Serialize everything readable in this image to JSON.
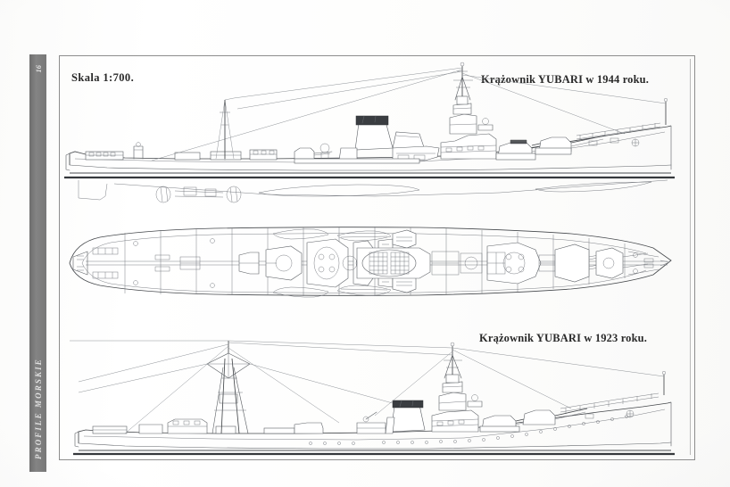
{
  "page": {
    "publication_series": "PROFILE MORSKIE",
    "page_number": "16",
    "background_color": "#fefefe",
    "ink_color": "#5d6166",
    "spine_color": "#7a7a7a"
  },
  "labels": {
    "scale": "Skala 1:700.",
    "title_top": "Krążownik YUBARI w 1944 roku.",
    "title_bottom": "Krążownik YUBARI w 1923 roku."
  },
  "drawings": [
    {
      "id": "profile-1944",
      "view": "starboard side elevation",
      "subject": "Krążownik YUBARI",
      "year": "1944",
      "features": [
        "trunked funnel with dark cap",
        "tripod foremast",
        "bridge superstructure",
        "twin 140 mm turrets",
        "torpedo tubes",
        "depth charge racks",
        "waterline boot-topping",
        "underwater hull with propellers and rudder"
      ]
    },
    {
      "id": "plan-view",
      "view": "deck plan from above",
      "subject": "Krążownik YUBARI",
      "features": [
        "forecastle deck",
        "gun turrets fore and aft",
        "funnel grating",
        "ship's boats",
        "torpedo tube mounts",
        "anchor gear",
        "depth charge racks"
      ]
    },
    {
      "id": "profile-1923",
      "view": "starboard side elevation",
      "subject": "Krążownik YUBARI",
      "year": "1923",
      "features": [
        "quadruped mainmast with radio aerials",
        "original bridge",
        "trunked funnel",
        "searchlight platform",
        "hull portholes",
        "twin 140 mm turrets"
      ]
    }
  ]
}
